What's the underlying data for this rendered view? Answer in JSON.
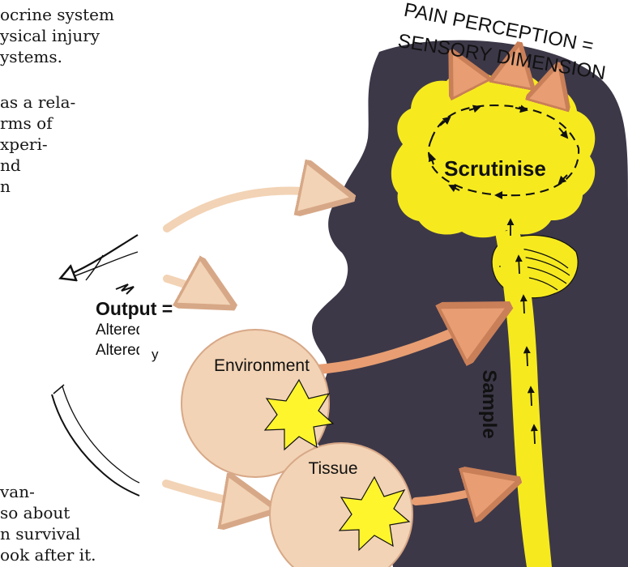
{
  "left_text": {
    "top_lines": [
      "ocrine system",
      "ysical injury",
      "ystems."
    ],
    "middle_lines": [
      "as a rela-",
      "rms  of",
      "xperi-",
      "nd",
      "n"
    ],
    "bottom_lines": [
      "van-",
      "so about",
      "n  survival",
      "ook  after  it."
    ],
    "side_mark": "y"
  },
  "output": {
    "title": "Output =",
    "lines": [
      "Altered behavio",
      "Altered physiol"
    ]
  },
  "diagram": {
    "top_label": {
      "line1": "PAIN PERCEPTION =",
      "line2": "SENSORY DIMENSION"
    },
    "brain_label": "Scrutinise",
    "spine_label": "Sample",
    "circle_labels": [
      "Environment",
      "Tissue"
    ],
    "colors": {
      "head_fill": "#3d3848",
      "brain_fill": "#f6ea1f",
      "tan_fill": "#f2d3b5",
      "tan_outline": "#d7a887",
      "orange_arrow": "#e89e72",
      "star_fill": "#fff52d",
      "line_color": "#111111"
    }
  }
}
